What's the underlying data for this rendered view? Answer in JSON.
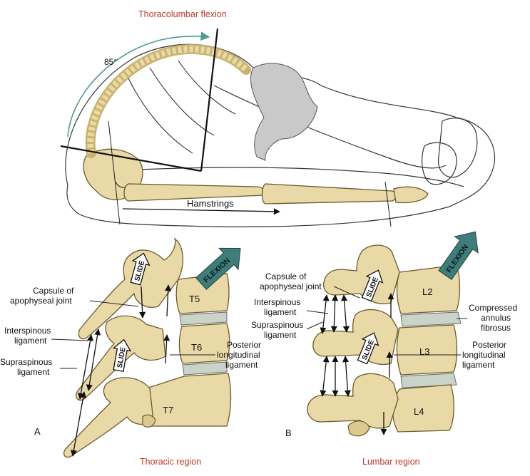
{
  "top": {
    "title": "Thoracolumbar flexion",
    "angle": "85°",
    "muscle": "Hamstrings"
  },
  "panel_a": {
    "letter": "A",
    "caption": "Thoracic region",
    "vertebrae": [
      "T5",
      "T6",
      "T7"
    ],
    "labels": {
      "capsule": [
        "Capsule of",
        "apophyseal joint"
      ],
      "interspinous": [
        "Interspinous",
        "ligament"
      ],
      "supraspinous": [
        "Supraspinous",
        "ligament"
      ],
      "posterior": [
        "Posterior",
        "longitudinal",
        "ligament"
      ]
    },
    "arrow_flexion": "FLEXION",
    "arrow_slide": "SLIDE"
  },
  "panel_b": {
    "letter": "B",
    "caption": "Lumbar region",
    "vertebrae": [
      "L2",
      "L3",
      "L4"
    ],
    "labels": {
      "capsule": [
        "Capsule of",
        "apophyseal joint"
      ],
      "interspinous": [
        "Interspinous",
        "ligament"
      ],
      "supraspinous": [
        "Supraspinous",
        "ligament"
      ],
      "compressed": [
        "Compressed",
        "annulus",
        "fibrosus"
      ],
      "posterior": [
        "Posterior",
        "longitudinal",
        "ligament"
      ]
    },
    "arrow_flexion": "FLEXION",
    "arrow_slide": "SLIDE"
  },
  "colors": {
    "caption_red": "#c0392b",
    "bone": "#e9d9a6",
    "flexion_arrow": "#3e7d7a",
    "angle_arc": "#4e9a94"
  }
}
